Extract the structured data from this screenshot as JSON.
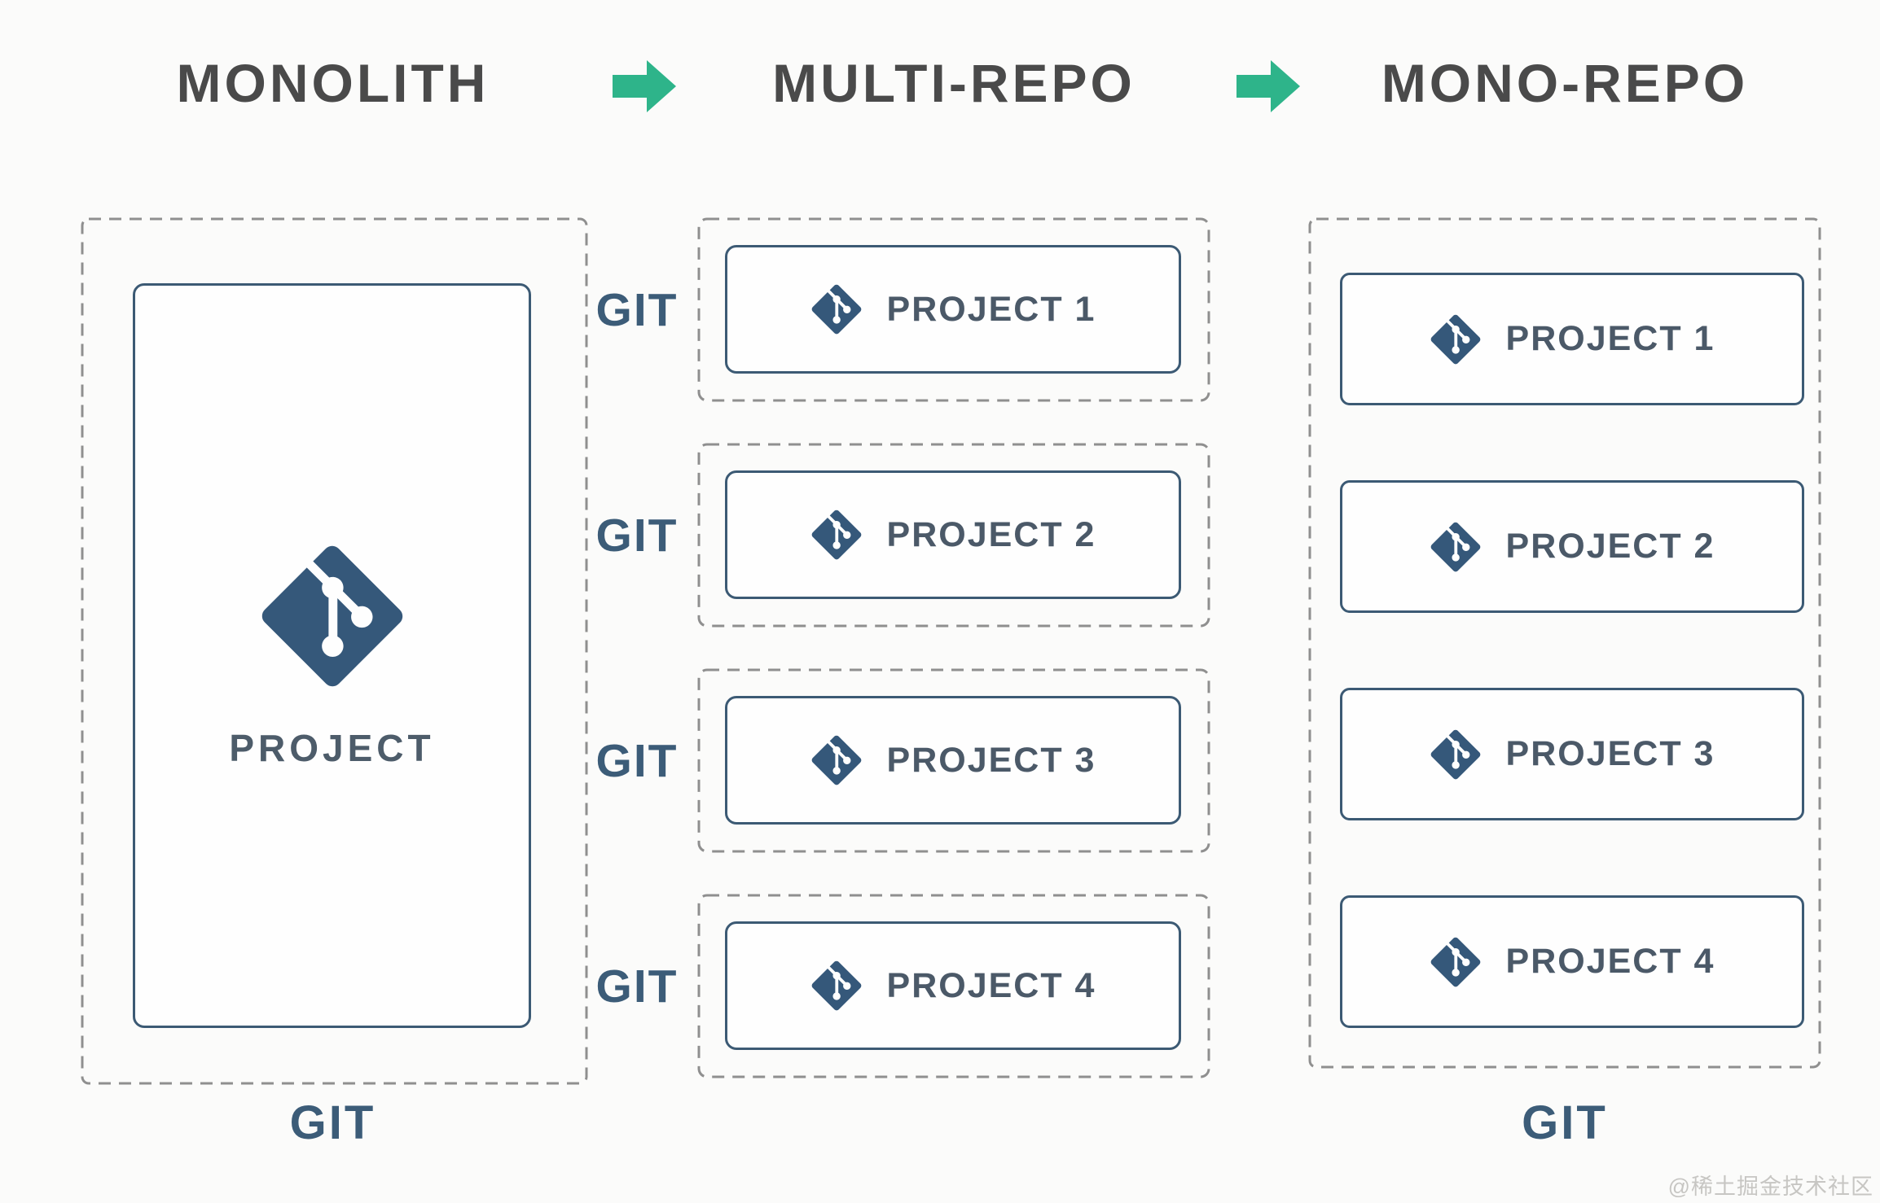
{
  "header": {
    "stages": [
      {
        "label": "MONOLITH"
      },
      {
        "label": "MULTI-REPO"
      },
      {
        "label": "MONO-REPO"
      }
    ]
  },
  "monolith": {
    "project_label": "PROJECT",
    "git_caption": "GIT"
  },
  "multi_repo": {
    "rows": [
      {
        "git_label": "GIT",
        "project_label": "PROJECT 1"
      },
      {
        "git_label": "GIT",
        "project_label": "PROJECT 2"
      },
      {
        "git_label": "GIT",
        "project_label": "PROJECT 3"
      },
      {
        "git_label": "GIT",
        "project_label": "PROJECT 4"
      }
    ]
  },
  "mono_repo": {
    "projects": [
      {
        "label": "PROJECT 1"
      },
      {
        "label": "PROJECT 2"
      },
      {
        "label": "PROJECT 3"
      },
      {
        "label": "PROJECT 4"
      }
    ],
    "git_caption": "GIT"
  },
  "watermark": "@稀土掘金技术社区",
  "icons": {
    "git": "git-diamond-icon",
    "arrow": "arrow-right-icon"
  },
  "colors": {
    "git_blue": "#35587a",
    "border_blue": "#3c5a74",
    "label_blue": "#3c5c78",
    "title_gray": "#4a4a4a",
    "arrow_green": "#2eb48a",
    "dash_gray": "#8f8f8f",
    "background": "#fbfbfa"
  }
}
